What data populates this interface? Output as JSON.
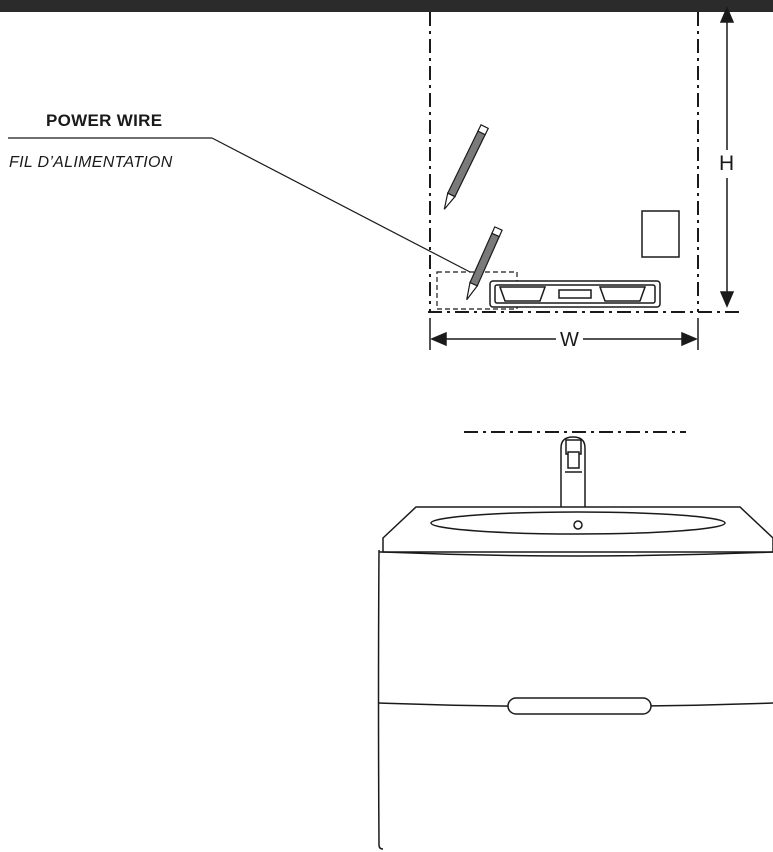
{
  "labels": {
    "power_wire": "POWER WIRE",
    "fil_alimentation": "FIL D’ALIMENTATION",
    "height_dim": "H",
    "width_dim": "W"
  },
  "colors": {
    "line": "#1a1a1a",
    "header_bar": "#2b2b2b",
    "pencil_fill": "#7a7a7a",
    "background": "#ffffff"
  }
}
